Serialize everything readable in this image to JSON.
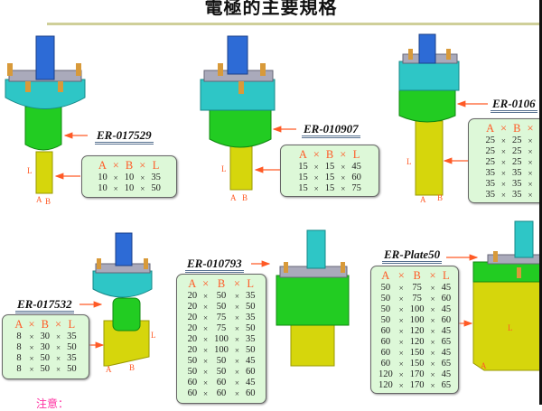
{
  "title": "電極的主要規格",
  "note_prefix": "注意：",
  "dim_labels": {
    "a": "A",
    "b": "B",
    "l": "L"
  },
  "colors": {
    "accent": "#ff5a26",
    "table_bg": "#ddf8d8",
    "head": "#2ec6c6",
    "body": "#22cc22",
    "stem": "#d6d60c",
    "spindle": "#2d6bd6"
  },
  "electrodes": [
    {
      "model": "ER-017529",
      "header": [
        "A",
        "×",
        "B",
        "×",
        "L"
      ],
      "rows": [
        [
          "10",
          "10",
          "35"
        ],
        [
          "10",
          "10",
          "50"
        ]
      ]
    },
    {
      "model": "ER-010907",
      "header": [
        "A",
        "×",
        "B",
        "×",
        "L"
      ],
      "rows": [
        [
          "15",
          "15",
          "45"
        ],
        [
          "15",
          "15",
          "60"
        ],
        [
          "15",
          "15",
          "75"
        ]
      ]
    },
    {
      "model": "ER-0106",
      "header": [
        "A",
        "×",
        "B",
        "×"
      ],
      "rows": [
        [
          "25",
          "25"
        ],
        [
          "25",
          "25"
        ],
        [
          "25",
          "25"
        ],
        [
          "35",
          "35"
        ],
        [
          "35",
          "35"
        ],
        [
          "35",
          "35"
        ]
      ]
    },
    {
      "model": "ER-017532",
      "header": [
        "A",
        "×",
        "B",
        "×",
        "L"
      ],
      "rows": [
        [
          "8",
          "30",
          "35"
        ],
        [
          "8",
          "30",
          "50"
        ],
        [
          "8",
          "50",
          "35"
        ],
        [
          "8",
          "50",
          "50"
        ]
      ]
    },
    {
      "model": "ER-010793",
      "header": [
        "A",
        "×",
        "B",
        "×",
        "L"
      ],
      "rows": [
        [
          "20",
          "50",
          "35"
        ],
        [
          "20",
          "50",
          "50"
        ],
        [
          "20",
          "75",
          "35"
        ],
        [
          "20",
          "75",
          "50"
        ],
        [
          "20",
          "100",
          "35"
        ],
        [
          "20",
          "100",
          "50"
        ],
        [
          "50",
          "50",
          "45"
        ],
        [
          "50",
          "50",
          "60"
        ],
        [
          "60",
          "60",
          "45"
        ],
        [
          "60",
          "60",
          "60"
        ]
      ]
    },
    {
      "model": "ER-Plate50",
      "header": [
        "A",
        "×",
        "B",
        "×",
        "L"
      ],
      "rows": [
        [
          "50",
          "75",
          "45"
        ],
        [
          "50",
          "75",
          "60"
        ],
        [
          "50",
          "100",
          "45"
        ],
        [
          "50",
          "100",
          "60"
        ],
        [
          "60",
          "120",
          "45"
        ],
        [
          "60",
          "120",
          "65"
        ],
        [
          "60",
          "150",
          "45"
        ],
        [
          "60",
          "150",
          "65"
        ],
        [
          "120",
          "170",
          "45"
        ],
        [
          "120",
          "170",
          "65"
        ]
      ]
    }
  ]
}
